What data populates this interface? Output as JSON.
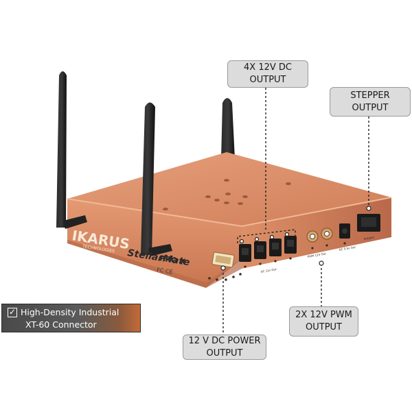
{
  "callouts": {
    "dc_output": {
      "line1": "4X 12V DC",
      "line2": "OUTPUT"
    },
    "stepper": {
      "line1": "STEPPER",
      "line2": "OUTPUT"
    },
    "pwm": {
      "line1": "2X 12V PWM",
      "line2": "OUTPUT"
    },
    "power": {
      "line1": "12 V DC POWER",
      "line2": "OUTPUT"
    }
  },
  "badge": {
    "icon": "checkbox-checked-icon",
    "line1": "High-Density Industrial",
    "line2": "XT-60 Connector"
  },
  "device": {
    "brand": "IKARUS",
    "brand_sub": "TECHNOLOGIES",
    "model": "StellarMate",
    "model_suffix": "PRO X",
    "marks": "FC CE",
    "port_labels": {
      "dc": "DC 12v Out",
      "pwm": "PWM 12V Out",
      "dc_in": "DC 5.5v Out",
      "stepper": "Stepper"
    },
    "colors": {
      "body": "#d98a64",
      "antenna": "#1c1c1c",
      "label_box": "#dcdcdc"
    }
  }
}
